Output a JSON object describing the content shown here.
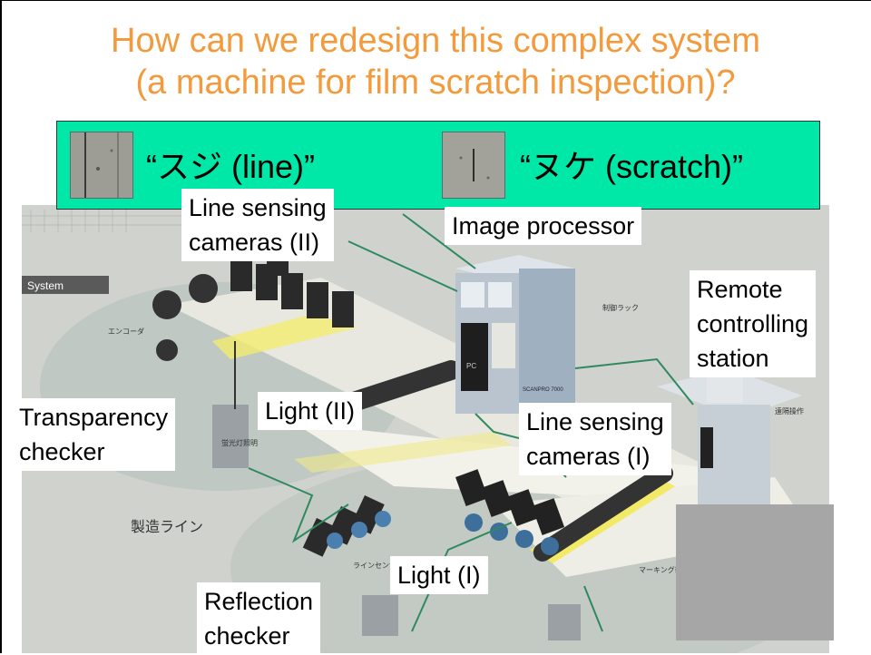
{
  "slide": {
    "title_line1": "How can we redesign this complex system",
    "title_line2": "(a machine for film scratch inspection)?"
  },
  "banner": {
    "defect_line_label": "“スジ (line)”",
    "defect_scratch_label": "“ヌケ (scratch)”",
    "color": "#00e8a8"
  },
  "diagram": {
    "panel_tag": "System",
    "printed_jp": {
      "encoder": "エンコーダ",
      "control_rack": "制御ラック",
      "remote_op": "遠隔操作",
      "production_line": "製造ライン",
      "line_sensor_camera": "ラインセンサ\nカメラ",
      "marking": "マーキング装置\n(オプション)",
      "light_source": "蛍光灯照明",
      "pc": "PC",
      "processor_brand": "SCANPRO\n7000"
    }
  },
  "labels": {
    "line_cameras_2": "Line sensing\ncameras (II)",
    "image_processor": "Image processor",
    "remote_station": "Remote\ncontrolling\nstation",
    "transparency_checker": "Transparency\nchecker",
    "light_2": "Light (II)",
    "line_cameras_1": "Line sensing\ncameras (I)",
    "light_1": "Light (I)",
    "reflection_checker": "Reflection\nchecker"
  }
}
